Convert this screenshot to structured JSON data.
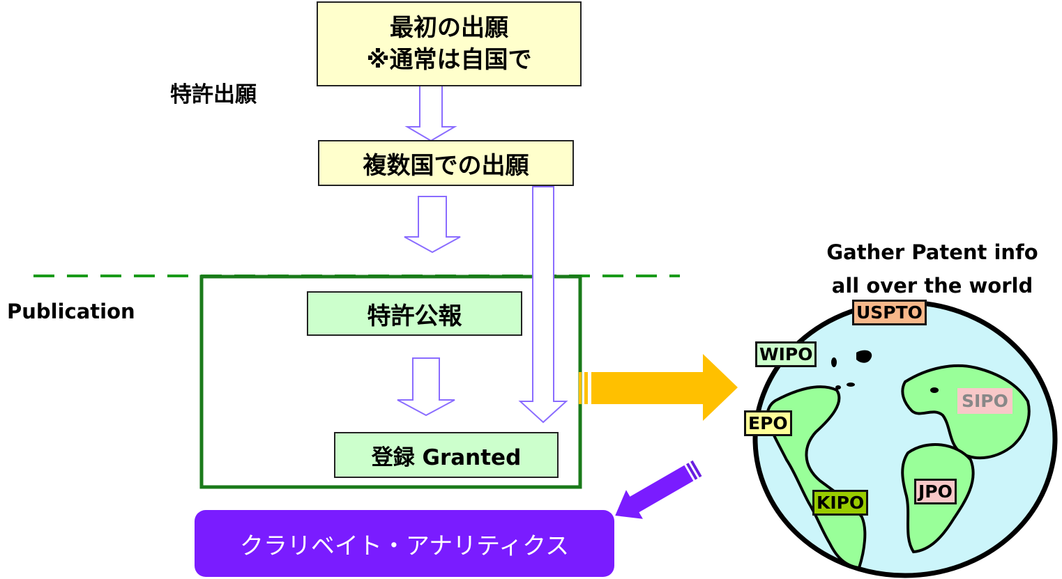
{
  "flow": {
    "first_filing_line1": "最初の出願",
    "first_filing_line2": "※通常は自国で",
    "patent_filing_label": "特許出願",
    "multi_country_filing": "複数国での出願",
    "publication_label": "Publication",
    "patent_gazette": "特許公報",
    "granted": "登録 Granted"
  },
  "product": {
    "name": "クラリベイト・アナリティクス"
  },
  "world": {
    "caption_line1": "Gather Patent info",
    "caption_line2": "all over the world",
    "offices": [
      {
        "name": "USPTO",
        "color": "#f8b88a"
      },
      {
        "name": "WIPO",
        "color": "#ccffcc"
      },
      {
        "name": "SIPO",
        "color": "#f8c8c8"
      },
      {
        "name": "EPO",
        "color": "#ffff99"
      },
      {
        "name": "KIPO",
        "color": "#99cc00"
      },
      {
        "name": "JPO",
        "color": "#f8c8c8"
      }
    ]
  },
  "colors": {
    "accent_purple": "#7a1cff",
    "flow_arrow": "#9370ff",
    "publication_border": "#1a7a1a",
    "gather_arrow": "#ffc000",
    "globe_ocean": "#ccf5fa",
    "land": "#99ff99"
  }
}
